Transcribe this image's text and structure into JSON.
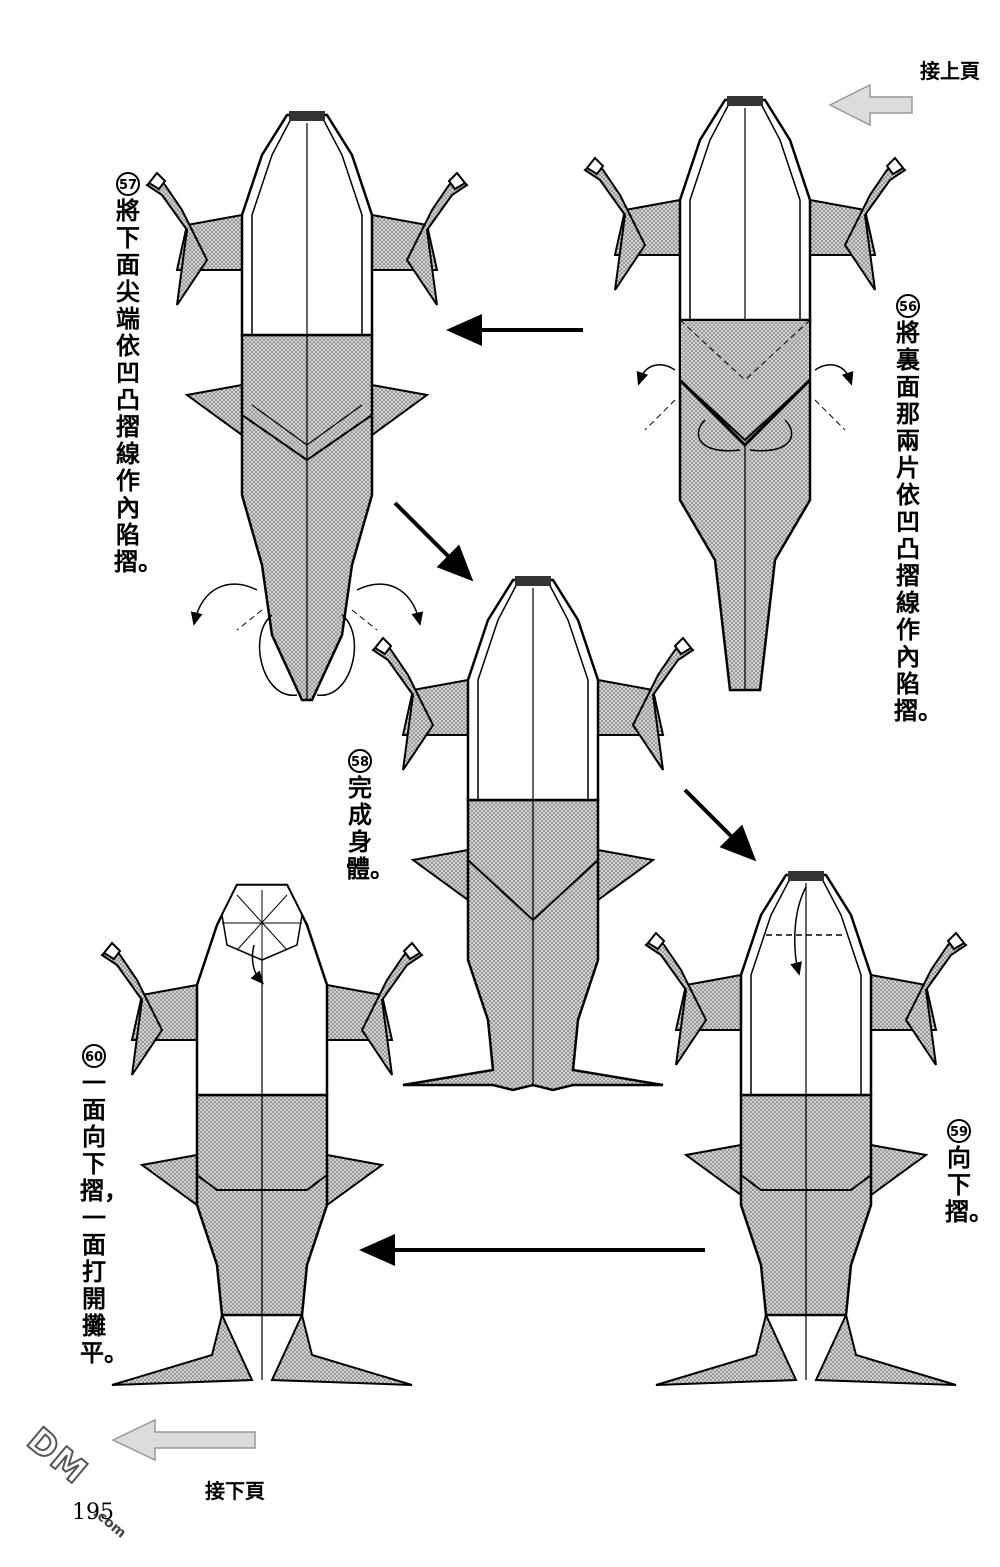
{
  "nav": {
    "prev_label": "接上頁",
    "next_label": "接下頁"
  },
  "steps": [
    {
      "num": "56",
      "text": "將裏面那兩片依凹凸摺線作內陷摺。"
    },
    {
      "num": "57",
      "text": "將下面尖端依凹凸摺線作內陷摺。"
    },
    {
      "num": "58",
      "text": "完成身體。"
    },
    {
      "num": "59",
      "text": "向下摺。"
    },
    {
      "num": "60",
      "text": "一面向下摺，一面打開攤平。"
    }
  ],
  "page_number": "195",
  "watermark": {
    "logo": "DM",
    "site": ".com"
  },
  "colors": {
    "line": "#000000",
    "screen": "#b8b8b8",
    "arrow": "#cccccc"
  }
}
